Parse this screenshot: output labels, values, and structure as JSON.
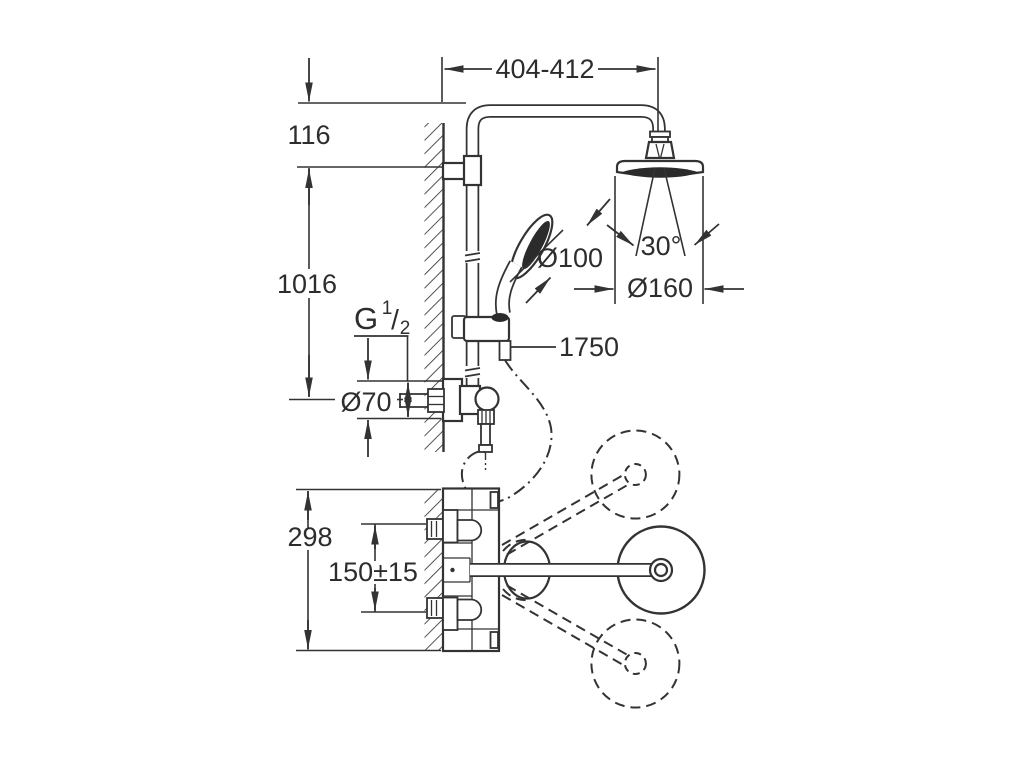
{
  "labels": {
    "arm_reach": "404-412",
    "head_offset": "116",
    "riser_height": "1016",
    "thread": {
      "base": "G",
      "sup": "1",
      "slash": "/",
      "sub": "2"
    },
    "escutcheon_diameter": "Ø70",
    "hand_shower_diameter": "Ø100",
    "spray_angle": "30°",
    "head_diameter": "Ø160",
    "hose_length": "1750",
    "body_height": "298",
    "inlet_spacing": "150±15"
  },
  "colors": {
    "line": "#333333",
    "dark_fill": "#2b2b2b",
    "background": "#ffffff"
  }
}
